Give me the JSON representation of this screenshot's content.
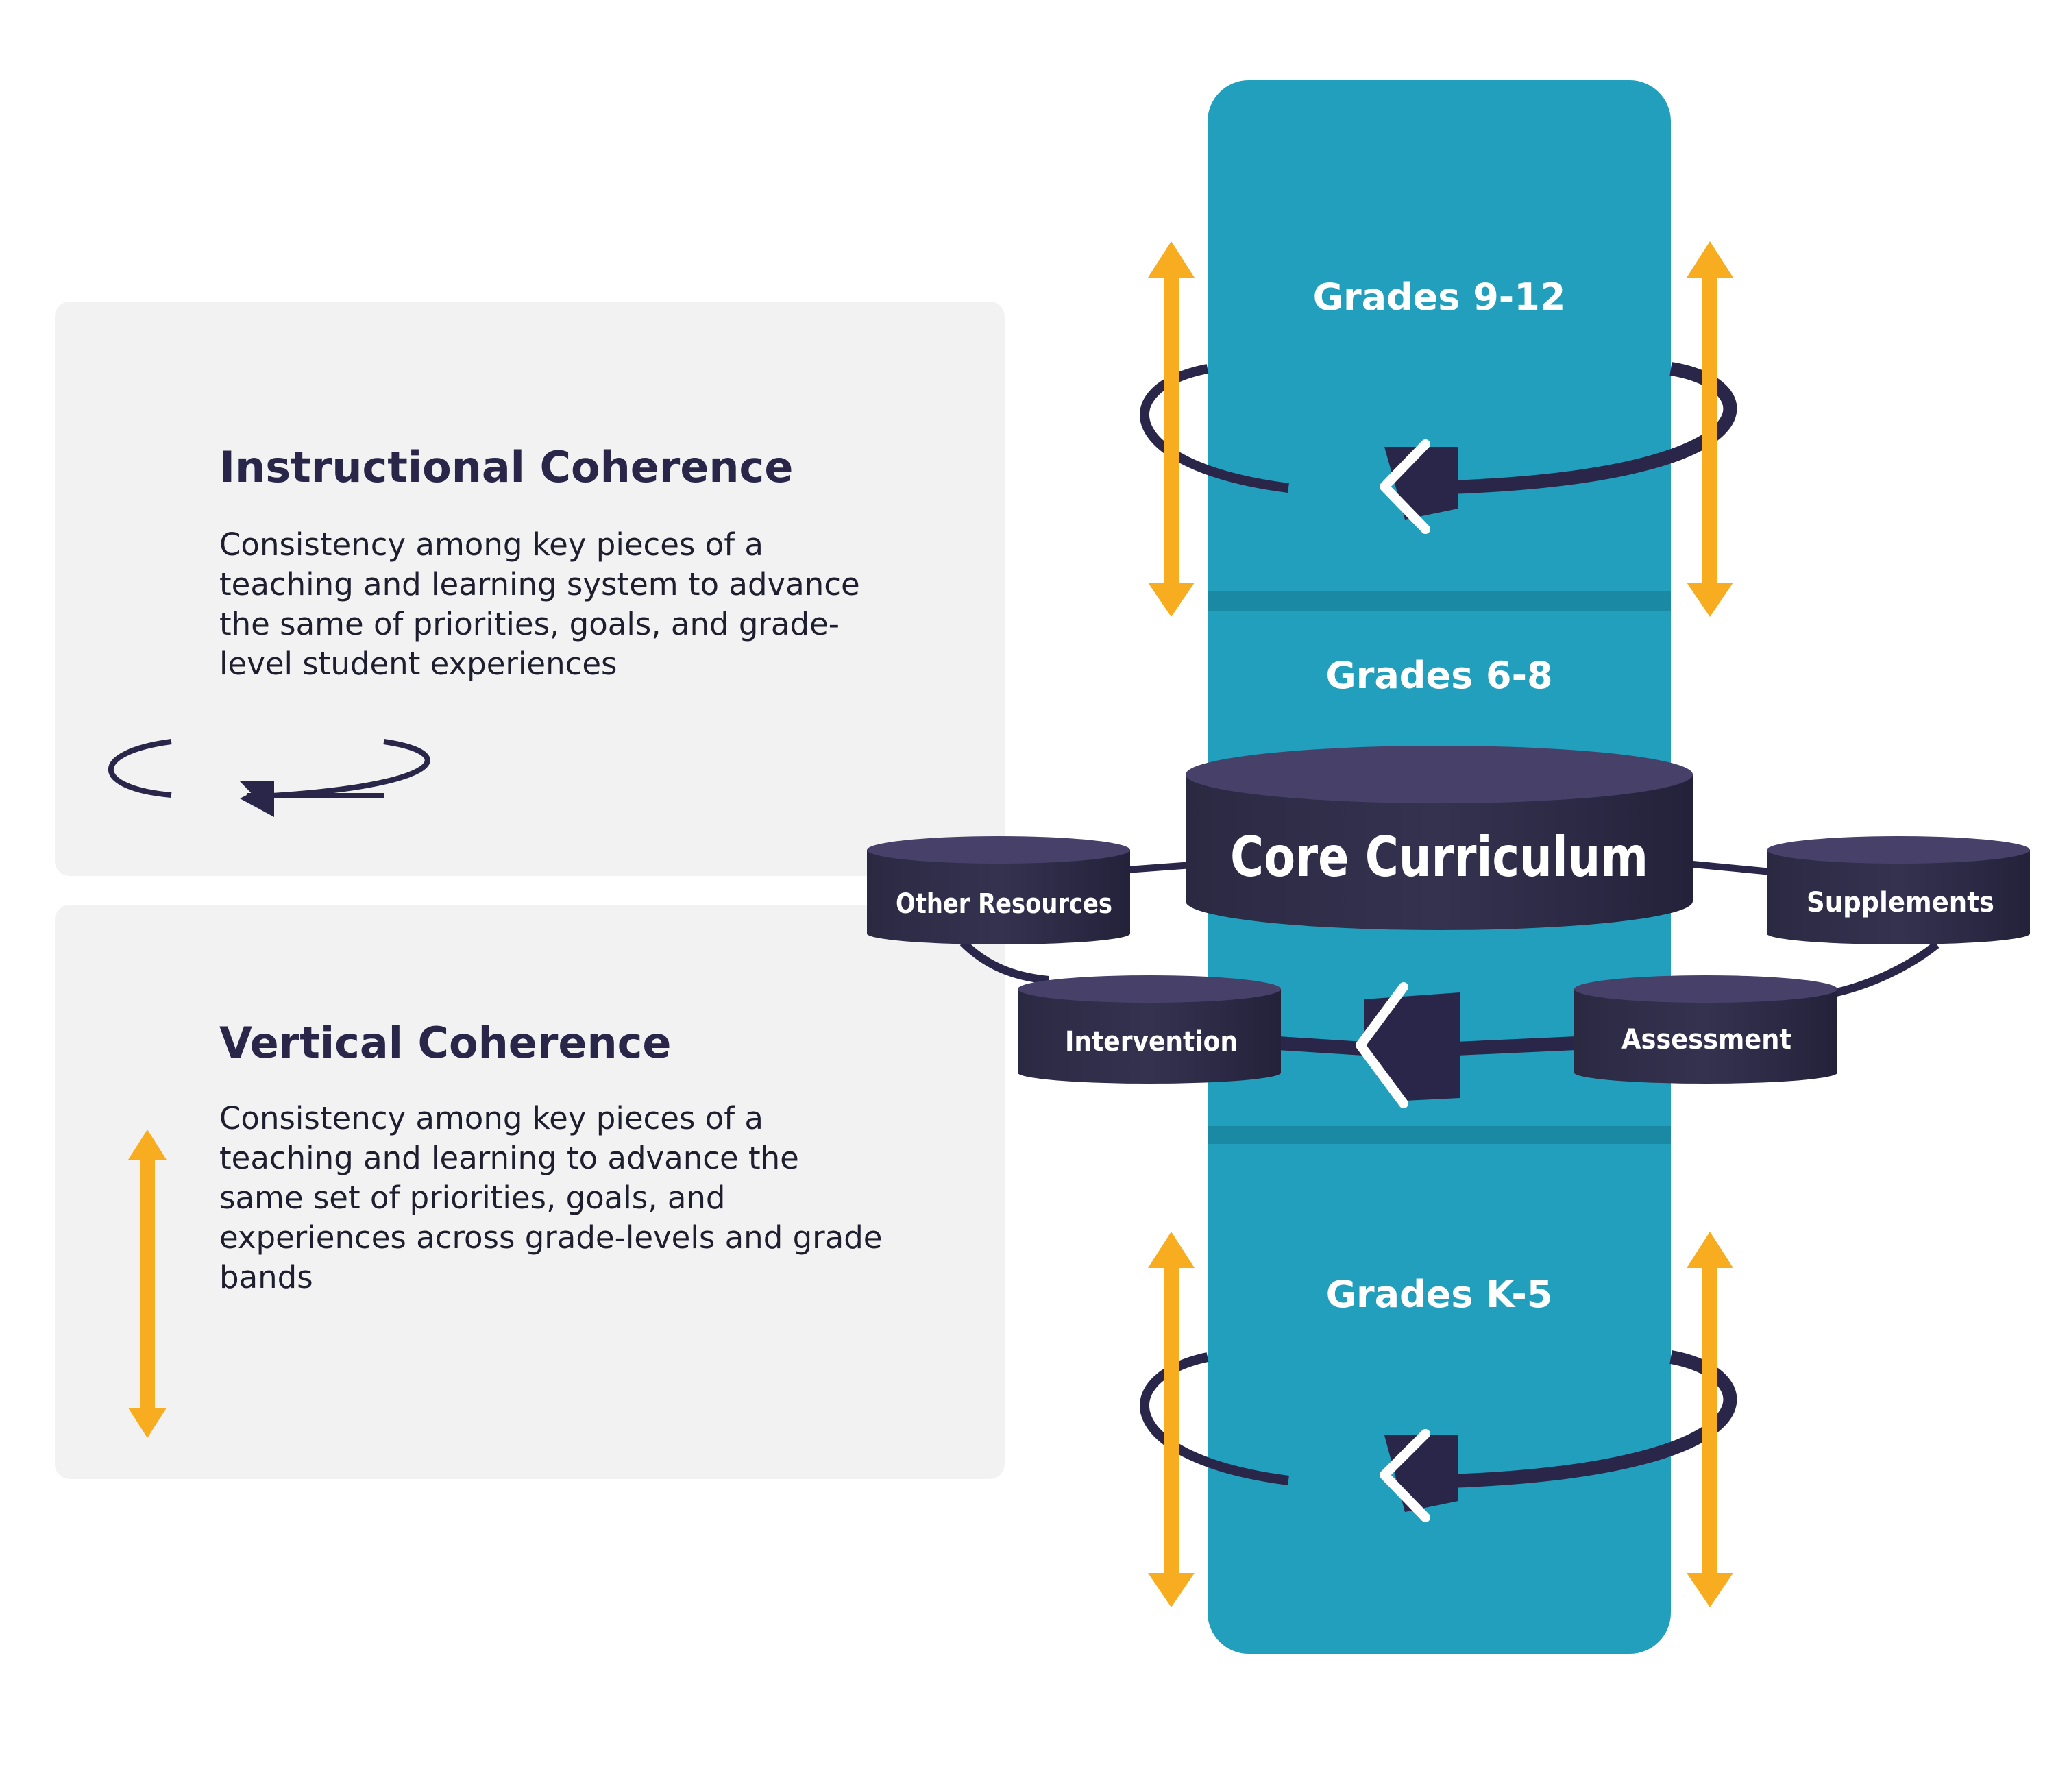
{
  "colors": {
    "column": "#219fbc",
    "column_divider": "#1a89a4",
    "navy": "#29264a",
    "disc_top": "#47416a",
    "arrow_yellow": "#f7ad1f",
    "card_bg": "#f2f2f2"
  },
  "legend": {
    "instructional": {
      "title": "Instructional Coherence",
      "body": "Consistency among key pieces of a teaching and learning system to advance the same of priorities, goals, and grade-level student experiences",
      "icon": "circular-arrow-icon"
    },
    "vertical": {
      "title": "Vertical Coherence",
      "body": "Consistency among key pieces of a teaching and learning to advance the same set of priorities, goals, and experiences across grade-levels and grade bands",
      "icon": "vertical-double-arrow-icon"
    }
  },
  "grade_bands": {
    "high": "Grades 9-12",
    "middle": "Grades 6-8",
    "elementary": "Grades K-5"
  },
  "components": {
    "core": "Core Curriculum",
    "other_resources": "Other Resources",
    "supplements": "Supplements",
    "intervention": "Intervention",
    "assessment": "Assessment"
  }
}
